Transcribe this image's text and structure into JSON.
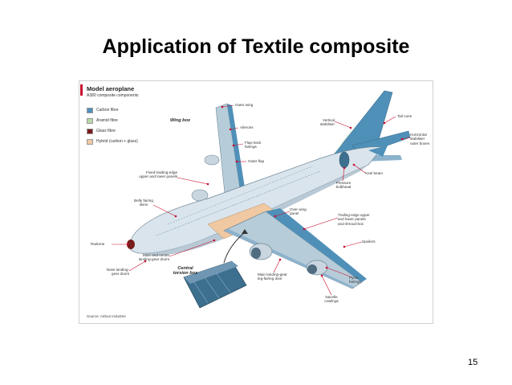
{
  "slide": {
    "title": "Application of Textile composite",
    "page_number": "15"
  },
  "figure": {
    "title": "Model aeroplane",
    "subtitle": "A380 composite components",
    "legend": [
      {
        "label": "Carbon fibre",
        "color": "#4f90b8"
      },
      {
        "label": "Aramid fibre",
        "color": "#b9d8a8"
      },
      {
        "label": "Glass fibre",
        "color": "#7a1c1c"
      },
      {
        "label": "Hybrid (carbon + glass)",
        "color": "#f0c9a2"
      }
    ],
    "callouts": {
      "outer_wing": "Outer wing",
      "wing_box": "Wing box",
      "ailerons": "Ailerons",
      "flap_track": "Flap-track\nfairings",
      "outer_flap": "Outer flap",
      "fixed_leading_edge": "Fixed leading-edge\nupper and lower panels",
      "belly_fairing": "Belly fairing\nskins",
      "radome": "Radome",
      "main_centre_gear": "Main and centre\nlanding-gear doors",
      "nose_gear": "Nose landing-\ngear doors",
      "central_torsion_box": "Central\ntorsion box",
      "main_gear_leg": "Main landing-gear\nleg-fairing door",
      "nacelle": "Nacelle\ncowlings",
      "pylon": "Pylon\nfairings",
      "spoilers": "Spoilers",
      "trailing_edge": "Trailing-edge upper\nand lower panels\nand shroud-box",
      "over_wing_panel": "Over wing\npanel",
      "pressure_bulkhead": "Pressure\nbulkhead",
      "keel_beam": "Keel beam",
      "vertical_stabiliser": "Vertical\nstabiliser",
      "tail_cone": "Tail cone",
      "horizontal_stabiliser": "Horizontal\nstabiliser\nouter boxes"
    },
    "source": "Source: Airbus Industrie"
  },
  "colors": {
    "fuselage": "#d9e4ec",
    "wing": "#b7ccd9",
    "carbon": "#4f90b8",
    "aramid": "#b9d8a8",
    "glass": "#7a1c1c",
    "hybrid": "#f0c9a2",
    "leader": "#c8102e"
  }
}
